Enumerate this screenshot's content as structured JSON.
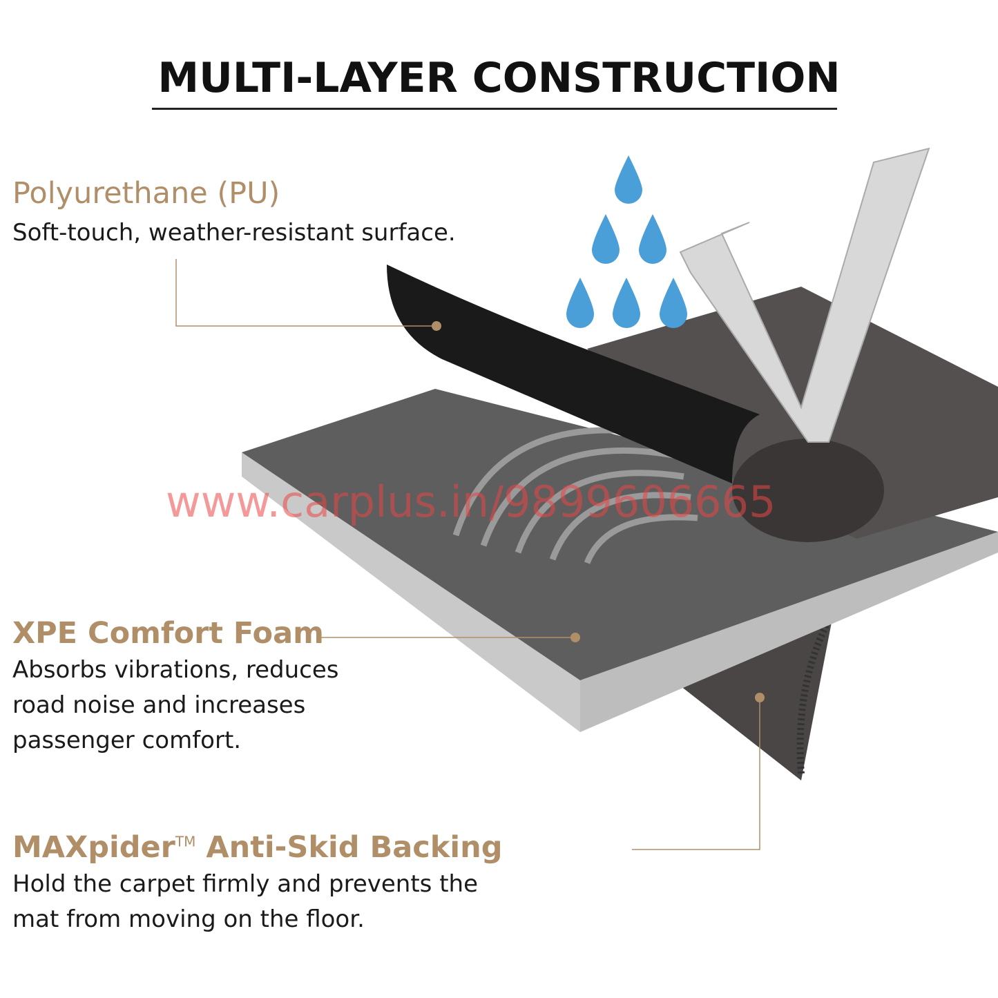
{
  "title": "MULTI-LAYER CONSTRUCTION",
  "layers": [
    {
      "name": "Polyurethane (PU)",
      "description": [
        "Soft-touch, weather-resistant surface."
      ]
    },
    {
      "name": "XPE Comfort Foam",
      "description": [
        "Absorbs vibrations, reduces",
        "road noise and increases",
        "passenger comfort."
      ]
    },
    {
      "name": "MAXpider",
      "trademark": "TM",
      "name_suffix": "Anti-Skid Backing",
      "description": [
        "Hold the carpet firmly and prevents the",
        "mat from moving on the floor."
      ]
    }
  ],
  "watermark": "www.carplus.in/9899606665",
  "colors": {
    "accent": "#b08f68",
    "text": "#1a1a1a",
    "water": "#4a9fd8",
    "watermark": "#eb4646"
  }
}
